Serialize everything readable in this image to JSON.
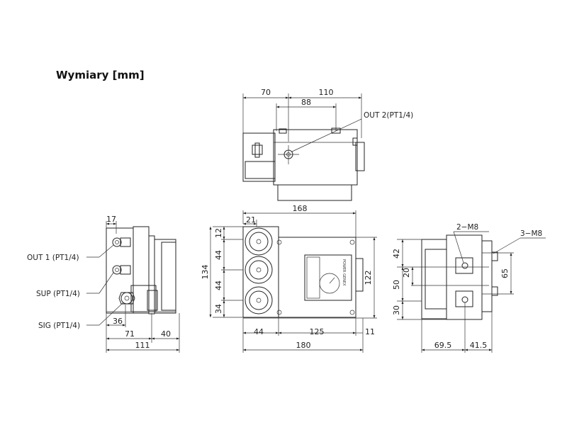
{
  "title": "Wymiary [mm]",
  "colors": {
    "line": "#222222",
    "text": "#111111",
    "background": "#ffffff"
  },
  "top_view": {
    "dims": {
      "d70": "70",
      "d110": "110",
      "d88": "88"
    },
    "labels": {
      "out2": "OUT 2(PT1/4)"
    }
  },
  "side_view": {
    "dims": {
      "d17": "17",
      "d36": "36",
      "d71": "71",
      "d40": "40",
      "d111": "111"
    },
    "labels": {
      "out1": "OUT 1 (PT1/4)",
      "sup": "SUP (PT1/4)",
      "sig": "SIG (PT1/4)"
    }
  },
  "front_view": {
    "dims": {
      "d168": "168",
      "d21": "21",
      "d12": "12",
      "d44a": "44",
      "d44b": "44",
      "d34": "34",
      "d134": "134",
      "d122": "122",
      "d44c": "44",
      "d125": "125",
      "d11": "11",
      "d180": "180"
    },
    "plate_text": "POWER GENEX"
  },
  "rear_view": {
    "dims": {
      "d42": "42",
      "d50": "50",
      "d20": "20",
      "d30": "30",
      "d65": "65",
      "d69_5": "69.5",
      "d41_5": "41.5"
    },
    "labels": {
      "m8_2": "2−M8",
      "m8_3": "3−M8"
    }
  }
}
